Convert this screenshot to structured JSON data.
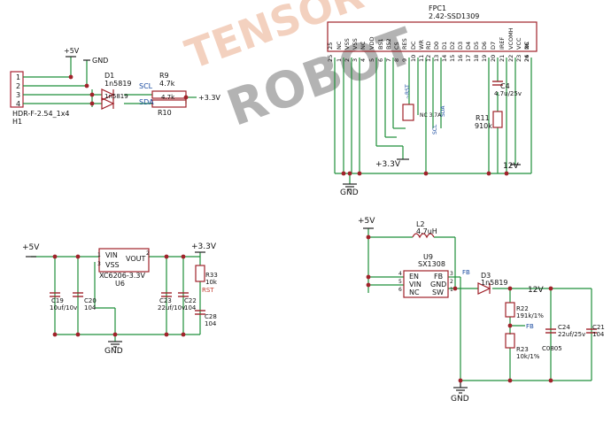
{
  "watermark": {
    "line1": "TENSOR",
    "line2": "ROBOT"
  },
  "header_conn": {
    "ref": "H1",
    "part": "HDR-F-2.54_1x4",
    "pins": [
      "1",
      "2",
      "3",
      "4"
    ]
  },
  "power_labels": {
    "p5v_top": "+5V",
    "gnd_top": "GND",
    "p33_right": "+3.3V"
  },
  "diodes": {
    "d1_ref": "D1",
    "d1_part": "1n5819",
    "d2_part": "1n5819",
    "d3_ref": "D3",
    "d3_part": "1n5819"
  },
  "resistors": {
    "r9_ref": "R9",
    "r9_val": "4.7k",
    "r10_ref": "R10",
    "r10_val": "4.7k",
    "r11_ref": "R11",
    "r11_val": "910k",
    "r22_ref": "R22",
    "r22_val": "191k/1%",
    "r23_ref": "R23",
    "r23_val": "10k/1%",
    "r33_ref": "R33",
    "r33_val": "10k"
  },
  "net_labels": {
    "scl": "SCL",
    "sda": "SDA",
    "rst": "RST",
    "fb": "FB",
    "fb2": "FB",
    "v12": "12V",
    "v12b": "12V",
    "c_rst": "~RST",
    "c_scl": "SCL",
    "c_sda": "SDA",
    "c_37a": "NC 3.7A"
  },
  "fpc": {
    "ref": "FPC1",
    "part": "2.42-SSD1309",
    "pin_numbers": [
      "25",
      "1",
      "2",
      "3",
      "4",
      "5",
      "6",
      "7",
      "8",
      "9",
      "10",
      "11",
      "12",
      "13",
      "14",
      "15",
      "16",
      "17",
      "18",
      "19",
      "20",
      "21",
      "22",
      "23",
      "24",
      "26"
    ],
    "pin_names": [
      "25",
      "NC",
      "VSS",
      "VSS",
      "NC",
      "VDD",
      "BS1",
      "BS2",
      "CS",
      "RES",
      "DC",
      "WR",
      "RD",
      "D0",
      "D1",
      "D2",
      "D3",
      "D4",
      "D5",
      "D6",
      "D7",
      "IREF",
      "VCOMH",
      "VCC",
      "NC",
      "26"
    ]
  },
  "fpc_caps": {
    "c4_ref": "C4",
    "c4_val": "4.7u/25v"
  },
  "gnd_labels": {
    "g1": "GND",
    "g2": "GND",
    "g3": "GND",
    "p33_fpc": "+3.3V"
  },
  "ldo": {
    "in_label": "+5V",
    "out_label": "+3.3V",
    "ref": "U6",
    "part": "XC6206-3.3V",
    "pin_vin": "VIN",
    "pin_vss": "VSS",
    "pin_vout": "VOUT",
    "p1": "1",
    "p2": "2",
    "p3": "3",
    "c19_ref": "C19",
    "c19_val": "10uf/10v",
    "c20_ref": "C20",
    "c20_val": "104",
    "c23_ref": "C23",
    "c23_val": "22uf/10v",
    "c22_ref": "C22",
    "c22_val": "104",
    "c28_ref": "C28",
    "c28_val": "104"
  },
  "boost": {
    "in_label": "+5V",
    "l2_ref": "L2",
    "l2_val": "4.7uH",
    "ref": "U9",
    "part": "SX1308",
    "pin_en": "EN",
    "pin_vin": "VIN",
    "pin_nc": "NC",
    "pin_fb": "FB",
    "pin_gnd": "GND",
    "pin_sw": "SW",
    "p4": "4",
    "p5": "5",
    "p6": "6",
    "p3": "3",
    "p2": "2",
    "p1": "1",
    "c24_ref": "C24",
    "c24_val": "22uf/25v",
    "c21_ref": "C21",
    "c21_val": "104",
    "c24_pkg": "C0805"
  }
}
